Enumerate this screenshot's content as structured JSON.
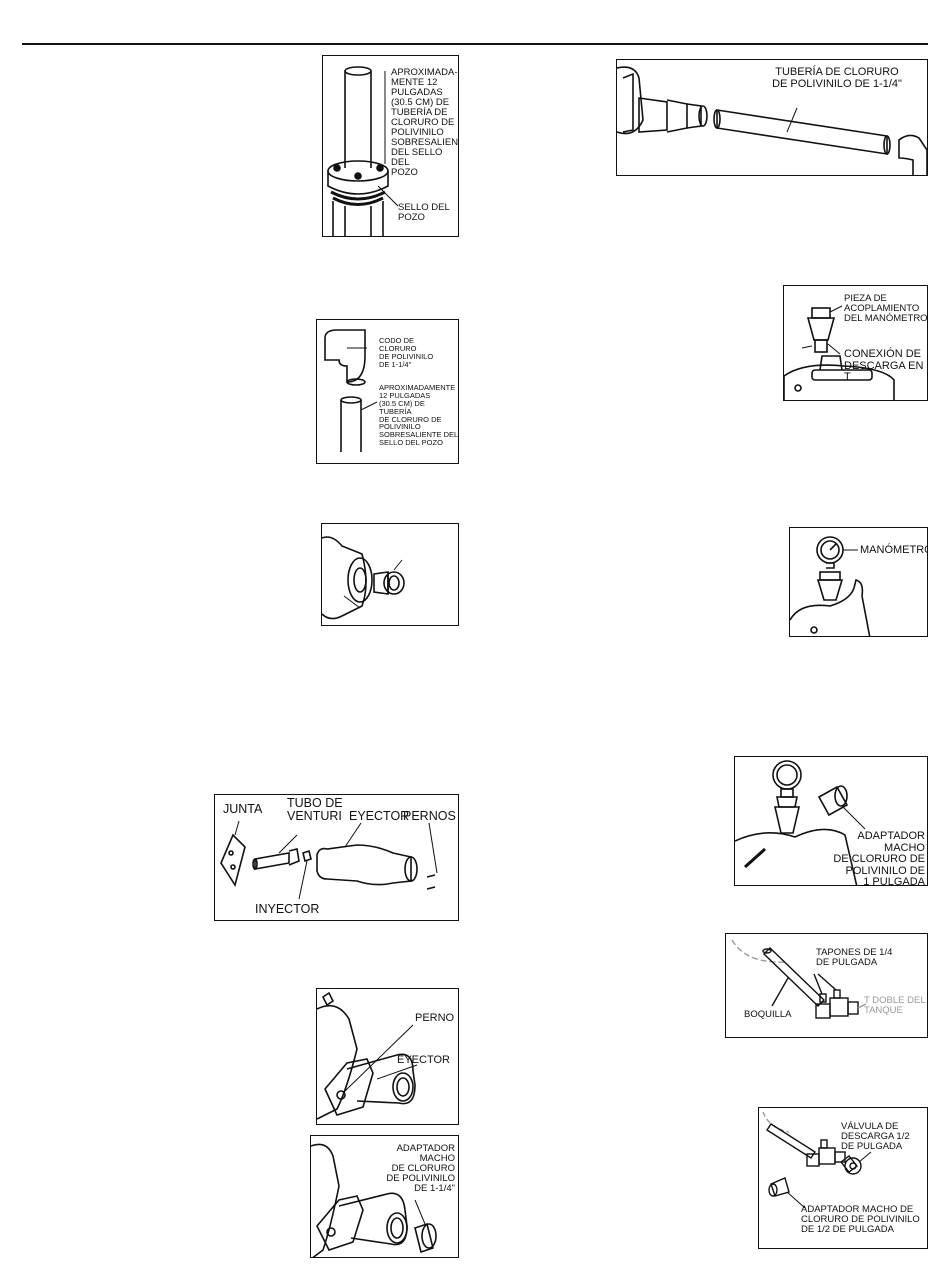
{
  "figures": {
    "well_pipe": {
      "label_protrusion": "APROXIMADA-\nMENTE 12\nPULGADAS\n(30.5 CM) DE\nTUBERÍA DE\nCLORURO DE\nPOLIVINILO\nSOBRESALIENTE\nDEL SELLO DEL\nPOZO",
      "label_seal": "SELLO DEL\nPOZO"
    },
    "elbow": {
      "label_elbow": "CODO DE\nCLORURO\nDE POLIVINILO\nDE 1-1/4\"",
      "label_protrusion": "APROXIMADAMENTE\n12 PULGADAS\n(30.5 CM) DE TUBERÍA\nDE CLORURO DE\nPOLIVINILO\nSOBRESALIENTE DEL\nSELLO DEL POZO"
    },
    "pvc_pipe": {
      "label_pipe": "TUBERÍA DE CLORURO\nDE POLIVINILO DE 1-1/4\""
    },
    "gauge_fitting": {
      "label_fitting": "PIEZA DE\nACOPLAMIENTO\nDEL MANÓMETRO",
      "label_tee": "CONEXIÓN DE\nDESCARGA EN T"
    },
    "gauge": {
      "label_gauge": "MANÓMETRO"
    },
    "ejector_parts": {
      "label_gasket": "JUNTA",
      "label_venturi": "TUBO DE\nVENTURI",
      "label_ejector": "EYECTOR",
      "label_bolts": "PERNOS",
      "label_injector": "INYECTOR"
    },
    "adapter_1in": {
      "label_adapter": "ADAPTADOR MACHO\nDE CLORURO DE\nPOLIVINILO DE\n1 PULGADA"
    },
    "tank_tee": {
      "label_plugs": "TAPONES DE 1/4\nDE PULGADA",
      "label_nozzle": "BOQUILLA",
      "label_tee": "T DOBLE DEL\nTANQUE"
    },
    "ejector_mounted": {
      "label_bolt": "PERNO",
      "label_ejector": "EYECTOR"
    },
    "adapter_125": {
      "label_adapter": "ADAPTADOR\nMACHO\nDE CLORURO\nDE POLIVINILO\nDE 1-1/4\""
    },
    "drain_valve": {
      "label_valve": "VÁLVULA DE\nDESCARGA 1/2\nDE PULGADA",
      "label_adapter": "ADAPTADOR MACHO DE\nCLORURO DE POLIVINILO\nDE 1/2 DE PULGADA"
    }
  }
}
